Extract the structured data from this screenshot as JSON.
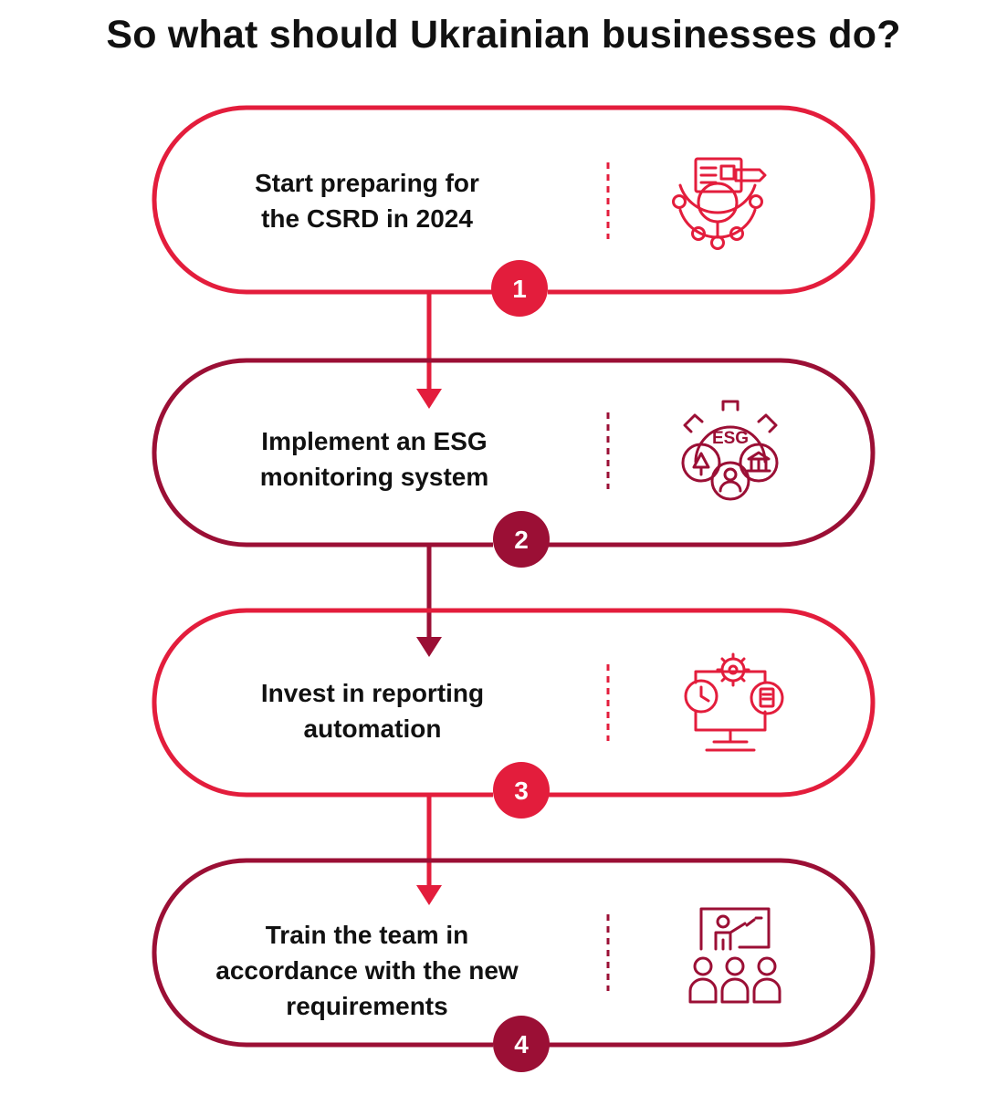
{
  "title": "So what should Ukrainian businesses do?",
  "colors": {
    "red": "#E31D3C",
    "maroon": "#9B0F35",
    "text": "#111111"
  },
  "steps": [
    {
      "number": "1",
      "lines": [
        "Start preparing for",
        "the CSRD in 2024"
      ],
      "color": "red",
      "icon": "csrd-report-icon"
    },
    {
      "number": "2",
      "lines": [
        "Implement an ESG",
        "monitoring system"
      ],
      "color": "maroon",
      "icon": "esg-gear-icon"
    },
    {
      "number": "3",
      "lines": [
        "Invest in reporting",
        "automation"
      ],
      "color": "red",
      "icon": "automation-monitor-icon"
    },
    {
      "number": "4",
      "lines": [
        "Train the team in",
        "accordance with the new",
        "requirements"
      ],
      "color": "maroon",
      "icon": "team-training-icon"
    }
  ],
  "icon_labels": {
    "esg": "ESG"
  }
}
